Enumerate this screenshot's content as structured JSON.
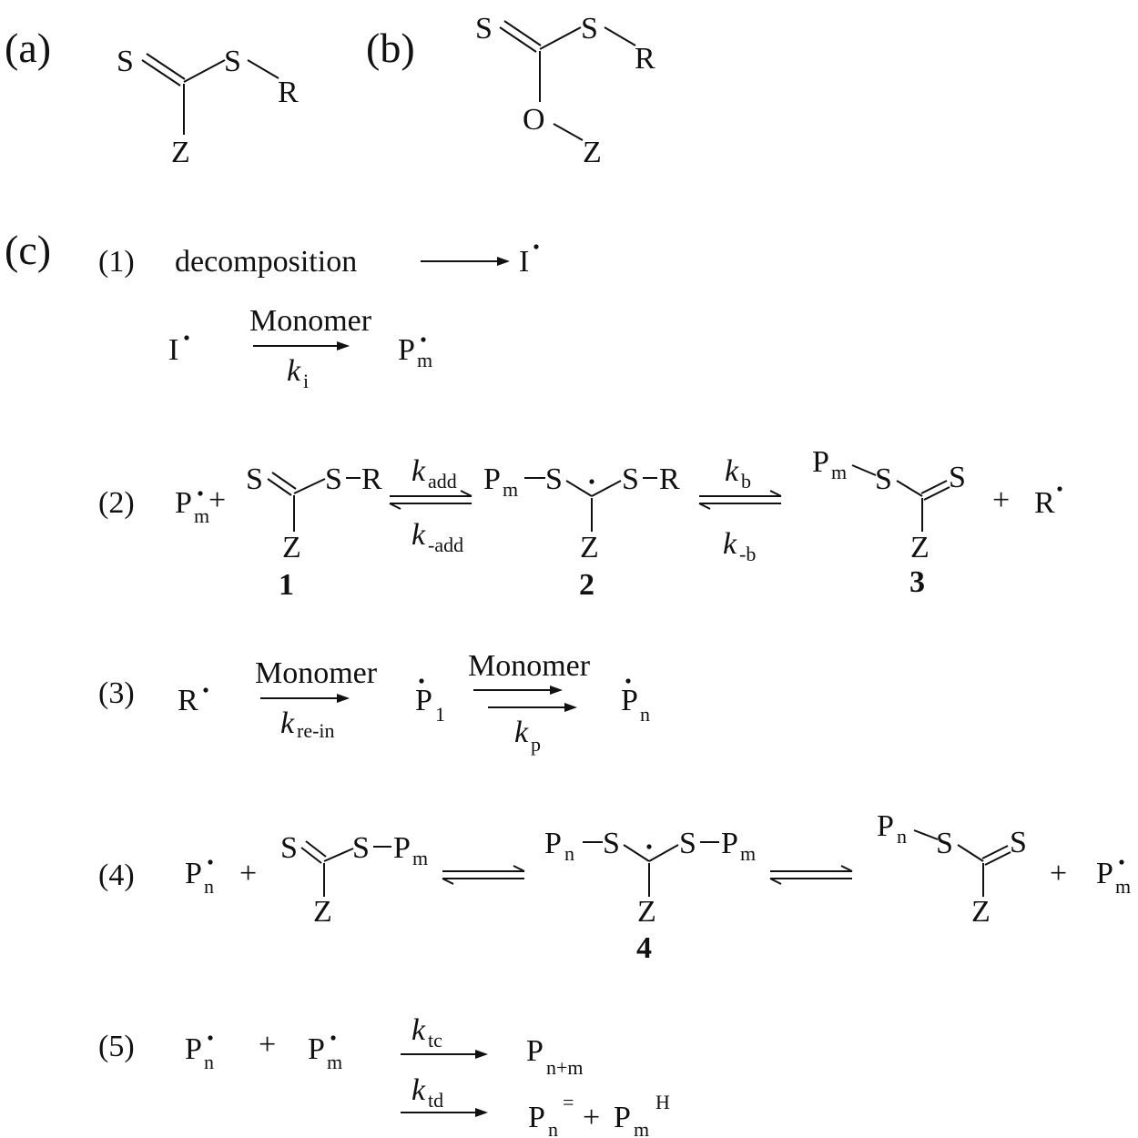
{
  "labels": {
    "a": "(a)",
    "b": "(b)",
    "c": "(c)"
  },
  "atoms": {
    "S": "S",
    "R": "R",
    "Z": "Z",
    "O": "O",
    "I": "I",
    "P": "P"
  },
  "steps": {
    "s1": "(1)",
    "s2": "(2)",
    "s3": "(3)",
    "s4": "(4)",
    "s5": "(5)"
  },
  "step1": {
    "decomposition": "decomposition",
    "monomer": "Monomer",
    "k_sub": "i"
  },
  "step2": {
    "plus": "+",
    "k_add": "add",
    "k_minus_add": "-add",
    "k_b": "b",
    "k_minus_b": "-b",
    "num1": "1",
    "num2": "2",
    "num3": "3"
  },
  "step3": {
    "monomer": "Monomer",
    "k_rein": "re-in",
    "k_p": "p",
    "one": "1"
  },
  "step4": {
    "plus": "+",
    "num4": "4"
  },
  "step5": {
    "plus": "+",
    "k_tc": "tc",
    "k_td": "td",
    "n_plus_m": "n+m",
    "eq": "=",
    "H": "H"
  },
  "subs": {
    "m": "m",
    "n": "n",
    "k": "k"
  }
}
